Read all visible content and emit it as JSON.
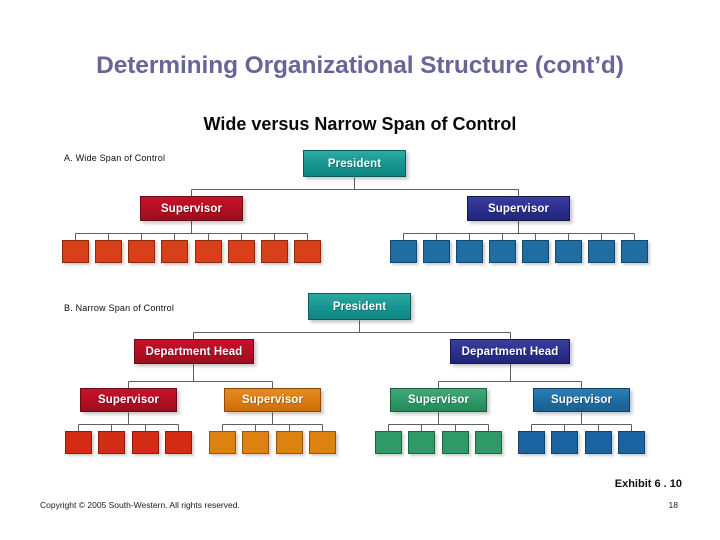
{
  "slide": {
    "title": "Determining Organizational Structure (cont’d)",
    "subtitle": "Wide versus Narrow Span of Control",
    "title_color": "#666699",
    "background": "#ffffff"
  },
  "sections": {
    "a": {
      "label": "A. Wide Span of Control"
    },
    "b": {
      "label": "B. Narrow Span of Control"
    }
  },
  "labels": {
    "president": "President",
    "supervisor": "Supervisor",
    "department_head": "Department Head"
  },
  "chart_data": {
    "type": "diagram",
    "title": "Wide versus Narrow Span of Control",
    "panels": [
      {
        "id": "A",
        "label": "A. Wide Span of Control",
        "root": {
          "text": "President",
          "color": "#159490"
        },
        "level2": [
          {
            "text": "Supervisor",
            "color": "#b40f23",
            "children": 8,
            "child_color": "#d8401a"
          },
          {
            "text": "Supervisor",
            "color": "#2b2f8e",
            "children": 8,
            "child_color": "#1f6ea3"
          }
        ],
        "total_leaves": 16
      },
      {
        "id": "B",
        "label": "B. Narrow Span of Control",
        "root": {
          "text": "President",
          "color": "#159490"
        },
        "level2": [
          {
            "text": "Department Head",
            "color": "#b40f23"
          },
          {
            "text": "Department Head",
            "color": "#2b2f8e"
          }
        ],
        "level3": [
          {
            "text": "Supervisor",
            "color": "#b40f23",
            "children": 4,
            "child_color": "#d32b14"
          },
          {
            "text": "Supervisor",
            "color": "#dd7d12",
            "children": 4,
            "child_color": "#dd8210"
          },
          {
            "text": "Supervisor",
            "color": "#2f9a68",
            "children": 4,
            "child_color": "#2f9a68"
          },
          {
            "text": "Supervisor",
            "color": "#1f6ea3",
            "children": 4,
            "child_color": "#1b63a0"
          }
        ],
        "total_leaves": 16
      }
    ]
  },
  "footer": {
    "exhibit": "Exhibit 6 . 10",
    "copyright": "Copyright © 2005 South-Western. All rights reserved.",
    "page_number": "18"
  }
}
